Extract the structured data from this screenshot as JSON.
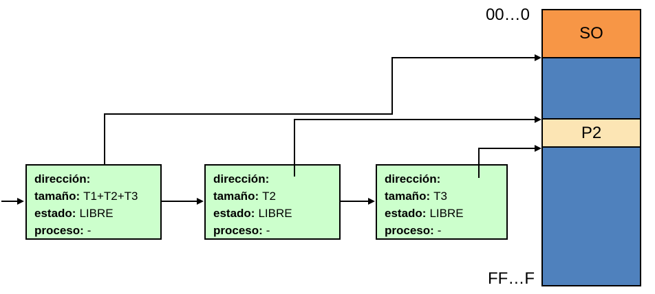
{
  "colors": {
    "so_segment": "#F79646",
    "free_segment": "#4F81BD",
    "p2_segment": "#FCE5B4",
    "node_fill": "#CCFFCC"
  },
  "memory_map": {
    "top_address": "00…0",
    "bottom_address": "FF…F",
    "segments": [
      {
        "label": "SO"
      },
      {
        "label": ""
      },
      {
        "label": "P2"
      },
      {
        "label": ""
      }
    ]
  },
  "free_list": {
    "nodes": [
      {
        "rows": [
          {
            "label": "dirección:",
            "value": ""
          },
          {
            "label": "tamaño:",
            "value": "T1+T2+T3"
          },
          {
            "label": "estado:",
            "value": "LIBRE"
          },
          {
            "label": "proceso:",
            "value": "-"
          }
        ]
      },
      {
        "rows": [
          {
            "label": "dirección:",
            "value": ""
          },
          {
            "label": "tamaño:",
            "value": "T2"
          },
          {
            "label": "estado:",
            "value": "LIBRE"
          },
          {
            "label": "proceso:",
            "value": "-"
          }
        ]
      },
      {
        "rows": [
          {
            "label": "dirección:",
            "value": ""
          },
          {
            "label": "tamaño:",
            "value": "T3"
          },
          {
            "label": "estado:",
            "value": "LIBRE"
          },
          {
            "label": "proceso:",
            "value": "-"
          }
        ]
      }
    ]
  }
}
